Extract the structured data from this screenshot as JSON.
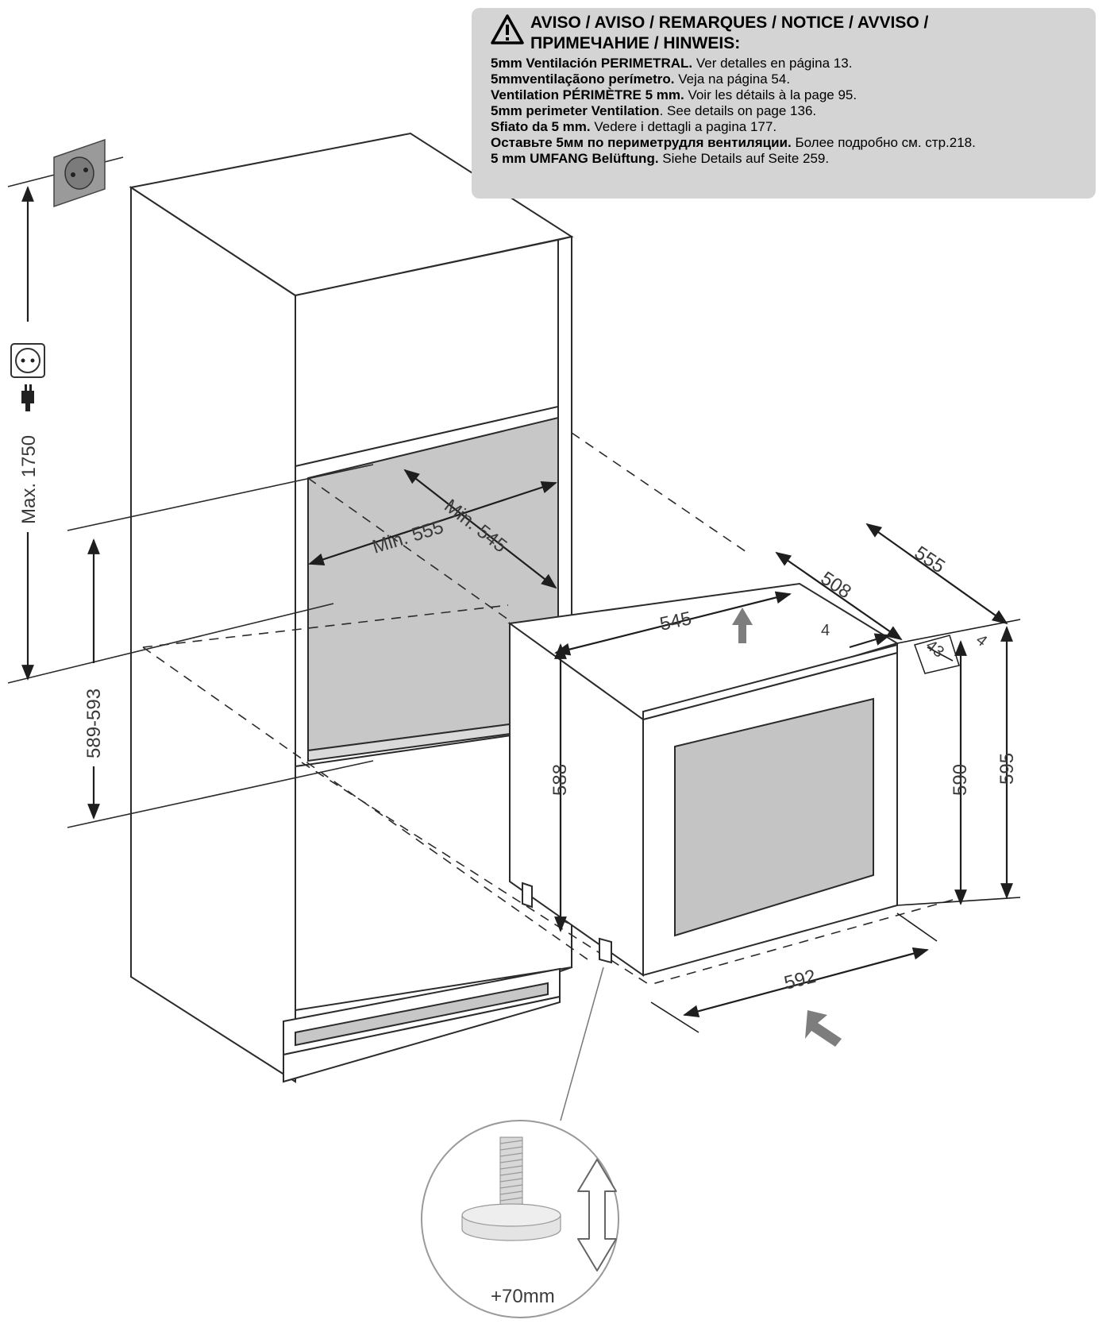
{
  "notice": {
    "title_line1": "AVISO / AVISO / REMARQUES / NOTICE / AVVISO /",
    "title_line2": "ПРИМЕЧАНИЕ   / HINWEIS:",
    "lines": [
      {
        "bold": "5mm Ventilación PERIMETRAL.",
        "text": " Ver detalles en página 13."
      },
      {
        "bold": "5mmventilaçãono perímetro.",
        "text": " Veja na página 54."
      },
      {
        "bold": "Ventilation PÉRIMÈTRE 5 mm.",
        "text": " Voir les détails à la page 95."
      },
      {
        "bold": "5mm perimeter Ventilation",
        "text": ". See details on page 136."
      },
      {
        "bold": "Sfiato da 5 mm.",
        "text": " Vedere i dettagli a pagina 177."
      },
      {
        "bold": "Оставьте 5мм по периметрудля вентиляции.",
        "text": " Более подробно см. стр.218."
      },
      {
        "bold": "5 mm UMFANG Belüftung.",
        "text": " Siehe Details auf Seite 259."
      }
    ]
  },
  "dimensions": {
    "max_height": "Max. 1750",
    "niche_height": "589-593",
    "niche_width": "Min. 555",
    "niche_depth": "Min. 545",
    "appliance_depth_top": "545",
    "appliance_depth_total": "555",
    "appliance_depth_inner": "508",
    "door_gap": "4",
    "door_thickness": "43",
    "door_offset": "4",
    "body_height": "588",
    "door_height": "590",
    "total_height": "595",
    "total_width": "592",
    "foot_adjust": "+70mm"
  },
  "icons": [
    "warning-triangle-icon",
    "wall-socket-icon",
    "plug-icon",
    "arrow-up-icon",
    "arrow-insert-icon",
    "adjustable-foot-icon",
    "double-arrow-icon"
  ],
  "colors": {
    "notice_bg": "#d4d4d4",
    "niche_fill": "#c7c7c7",
    "glass_fill": "#c4c4c4",
    "line": "#2b2b2b"
  }
}
